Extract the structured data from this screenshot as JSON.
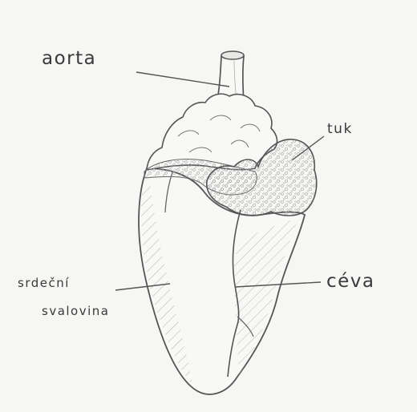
{
  "labels": {
    "aorta": "aorta",
    "fat": "tuk",
    "vessel": "céva",
    "muscle_line1": "srdeční",
    "muscle_line2": "svalovina"
  },
  "colors": {
    "paper": "#f6f6f4",
    "pencil": "#555555",
    "pencil_light": "#8a8a8a",
    "text": "#3a3a3a"
  }
}
